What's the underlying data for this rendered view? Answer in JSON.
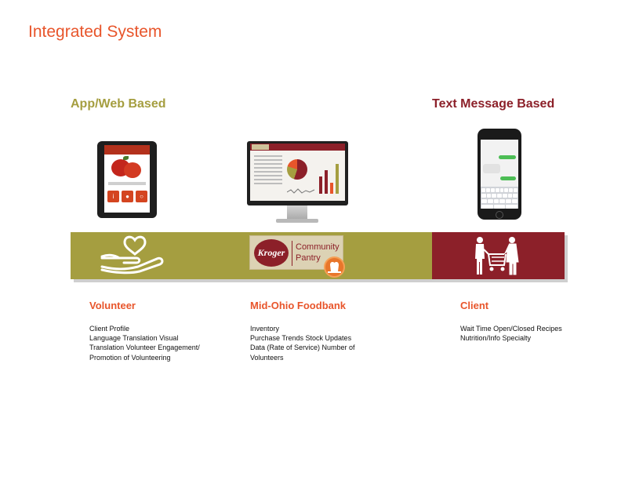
{
  "title": "Integrated System",
  "categories": {
    "app_web": "App/Web Based",
    "text_message": "Text Message Based"
  },
  "logo": {
    "brand": "Kroger",
    "line1": "Community",
    "line2": "Pantry"
  },
  "colors": {
    "accent_orange": "#e8552b",
    "olive": "#a59e40",
    "maroon": "#8c2029"
  },
  "icons": [
    "heart-hand-icon",
    "shopping-cart-people-icon",
    "pantry-bowl-icon"
  ],
  "columns": [
    {
      "heading": "Volunteer",
      "lines": [
        "Client Profile",
        "Language Translation Visual",
        "Translation Volunteer Engagement/",
        "Promotion of Volunteering"
      ]
    },
    {
      "heading": "Mid-Ohio Foodbank",
      "lines": [
        "Inventory",
        "Purchase Trends Stock Updates",
        "Data (Rate of Service) Number of",
        "Volunteers"
      ]
    },
    {
      "heading": "Client",
      "lines": [
        "Wait Time Open/Closed Recipes",
        "Nutrition/Info Specialty"
      ]
    }
  ]
}
